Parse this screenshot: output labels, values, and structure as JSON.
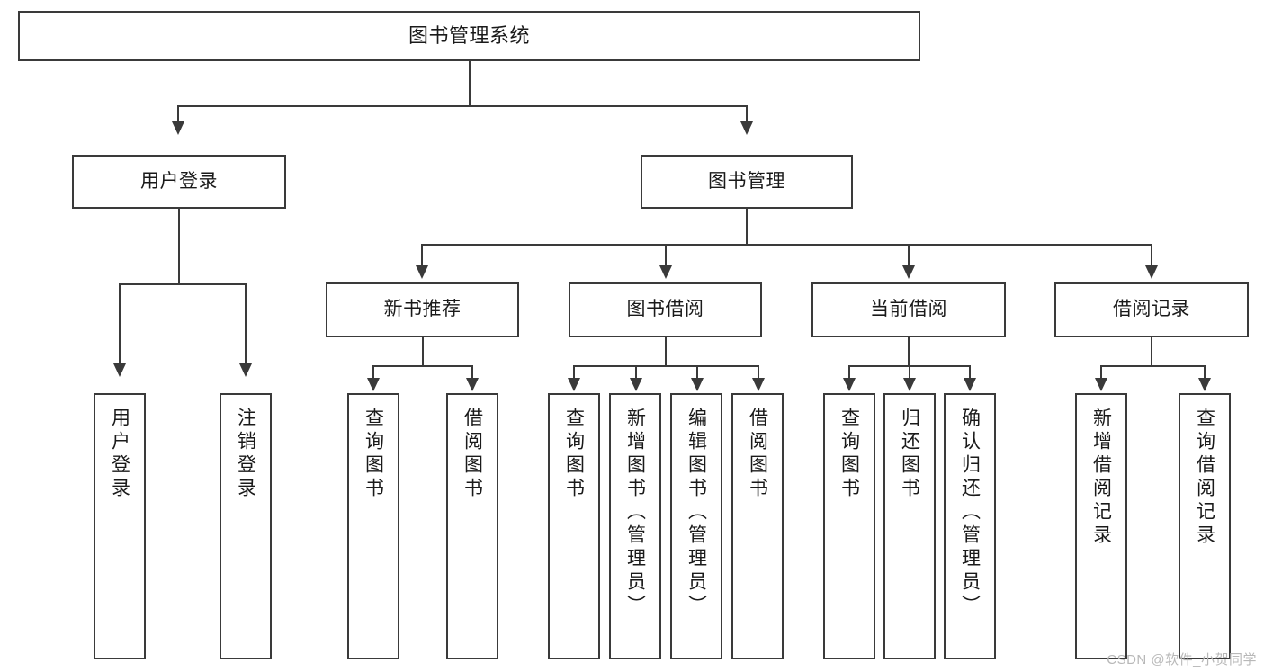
{
  "diagram": {
    "title": "图书管理系统",
    "type": "tree-structure-chart",
    "root": {
      "id": "root",
      "label": "图书管理系统"
    },
    "level1": [
      {
        "id": "user-login",
        "label": "用户登录"
      },
      {
        "id": "book-manage",
        "label": "图书管理"
      }
    ],
    "level2": [
      {
        "id": "new-book-recommend",
        "label": "新书推荐",
        "parent": "book-manage"
      },
      {
        "id": "book-borrow",
        "label": "图书借阅",
        "parent": "book-manage"
      },
      {
        "id": "current-borrow",
        "label": "当前借阅",
        "parent": "book-manage"
      },
      {
        "id": "borrow-record",
        "label": "借阅记录",
        "parent": "book-manage"
      }
    ],
    "leaves": {
      "user-login": [
        {
          "id": "leaf-user-login",
          "label": "用户登录"
        },
        {
          "id": "leaf-logout-login",
          "label": "注销登录"
        }
      ],
      "new-book-recommend": [
        {
          "id": "leaf-query-book-1",
          "label": "查询图书"
        },
        {
          "id": "leaf-borrow-book-1",
          "label": "借阅图书"
        }
      ],
      "book-borrow": [
        {
          "id": "leaf-query-book-2",
          "label": "查询图书"
        },
        {
          "id": "leaf-add-book",
          "label": "新增图书（管理员）"
        },
        {
          "id": "leaf-edit-book",
          "label": "编辑图书（管理员）"
        },
        {
          "id": "leaf-borrow-book-2",
          "label": "借阅图书"
        }
      ],
      "current-borrow": [
        {
          "id": "leaf-query-book-3",
          "label": "查询图书"
        },
        {
          "id": "leaf-return-book",
          "label": "归还图书"
        },
        {
          "id": "leaf-confirm-return",
          "label": "确认归还（管理员）"
        }
      ],
      "borrow-record": [
        {
          "id": "leaf-add-record",
          "label": "新增借阅记录"
        },
        {
          "id": "leaf-query-record",
          "label": "查询借阅记录"
        }
      ]
    }
  },
  "watermark": {
    "text": "CSDN @软件_小贺同学"
  },
  "colors": {
    "stroke": "#3a3a3a",
    "fill": "#ffffff",
    "text": "#1a1a1a",
    "watermark": "#b8b8b8"
  }
}
